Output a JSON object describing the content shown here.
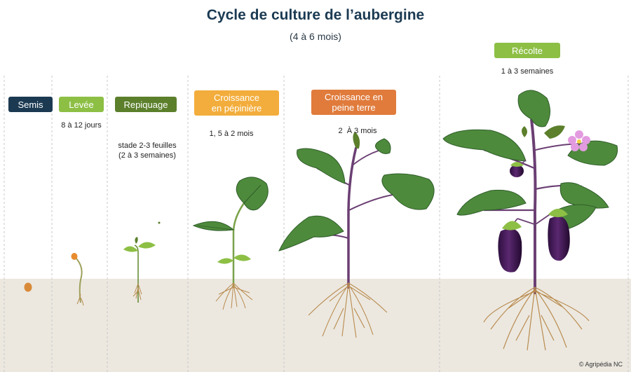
{
  "title": "Cycle de culture de l’aubergine",
  "subtitle": "(4 à 6 mois)",
  "stages": [
    {
      "label": "Semis",
      "duration": "",
      "color": "#1b3a52"
    },
    {
      "label": "Levée",
      "duration": "8 à 12 jours",
      "color": "#8dbf45"
    },
    {
      "label": "Repiquage",
      "duration": "stade 2-3 feuilles\n(2 à 3 semaines)",
      "color": "#5b7f2b"
    },
    {
      "label": "Croissance\nen pépinière",
      "duration": "1, 5 à 2 mois",
      "color": "#f3ad3c"
    },
    {
      "label": "Croissance en\npeine terre",
      "duration": "2  À 3 mois",
      "color": "#e07b3c"
    },
    {
      "label": "Récolte",
      "duration": "1 à 3 semaines",
      "color": "#8dbf45"
    }
  ],
  "credit": "© Agripédia NC",
  "colors": {
    "soil": "#ece8e0",
    "leaf": "#4e8a3c",
    "leaf_dark": "#2f5e2a",
    "stem": "#6b3f73",
    "eggplant": "#4a1f5c",
    "flower": "#e39be0",
    "root": "#b98b4e",
    "divider": "#c8c8c8"
  }
}
